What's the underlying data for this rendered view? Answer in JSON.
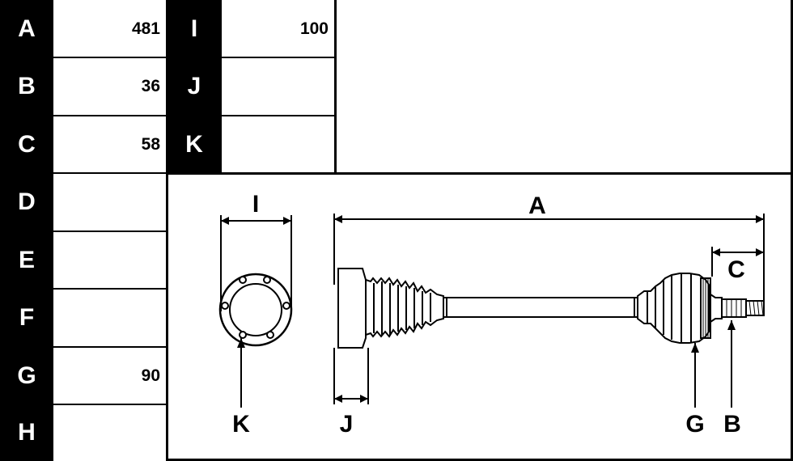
{
  "left_table": {
    "rows": [
      {
        "letter": "A",
        "value": "481"
      },
      {
        "letter": "B",
        "value": "36"
      },
      {
        "letter": "C",
        "value": "58"
      },
      {
        "letter": "D",
        "value": ""
      },
      {
        "letter": "E",
        "value": ""
      },
      {
        "letter": "F",
        "value": ""
      },
      {
        "letter": "G",
        "value": "90"
      },
      {
        "letter": "H",
        "value": ""
      }
    ]
  },
  "right_table": {
    "rows": [
      {
        "letter": "I",
        "value": "100"
      },
      {
        "letter": "J",
        "value": ""
      },
      {
        "letter": "K",
        "value": ""
      }
    ]
  },
  "diagram_labels": {
    "A": "A",
    "B": "B",
    "C": "C",
    "G": "G",
    "I": "I",
    "J": "J",
    "K": "K"
  }
}
